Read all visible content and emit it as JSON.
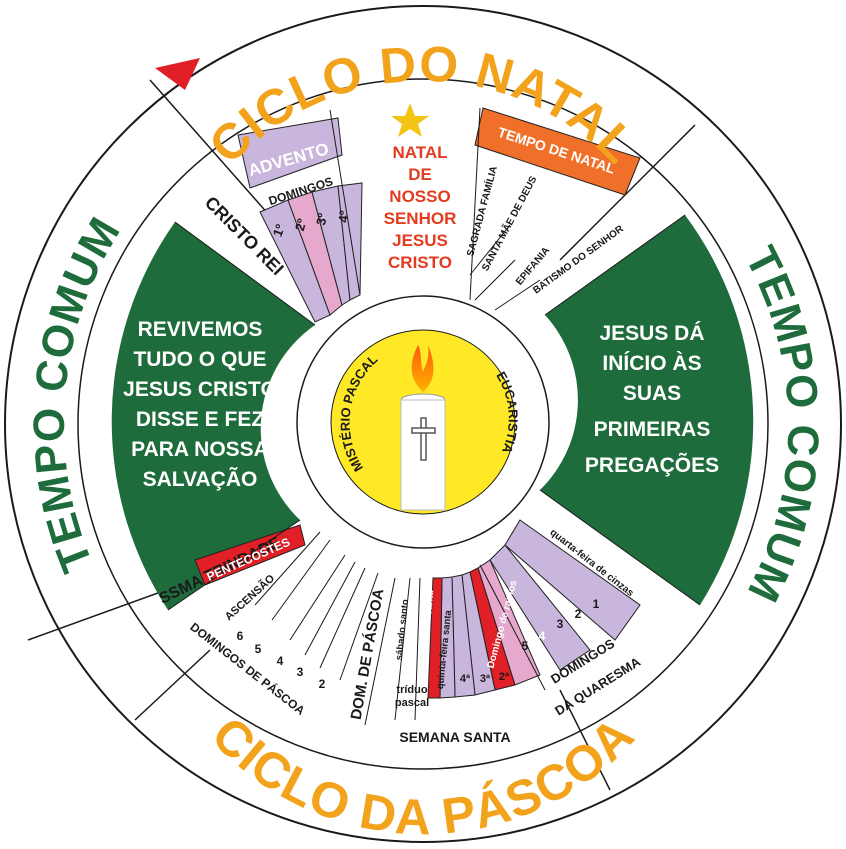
{
  "titles": {
    "top": "CICLO DO NATAL",
    "bottom": "CICLO DA PÁSCOA",
    "left": "TEMPO COMUM",
    "right": "TEMPO COMUM"
  },
  "christmas": {
    "natal_lines": [
      "NATAL",
      "DE",
      "NOSSO",
      "SENHOR",
      "JESUS",
      "CRISTO"
    ],
    "advento": "ADVENTO",
    "domingos": "DOMINGOS",
    "advent_sundays": [
      "1º",
      "2º",
      "3º",
      "4º"
    ],
    "cristo_rei": "CRISTO REI",
    "tempo_de_natal": "TEMPO DE NATAL",
    "natal_feasts": [
      "SAGRADA FAMÍLIA",
      "SANTA MÃE DE DEUS",
      "EPIFANIA",
      "BATISMO DO SENHOR"
    ]
  },
  "ordinary_time": {
    "left_lines": [
      "REVIVEMOS",
      "TUDO O QUE",
      "JESUS CRISTO",
      "DISSE E FEZ",
      "PARA NOSSA",
      "SALVAÇÃO"
    ],
    "right_lines": [
      "JESUS DÁ",
      "INÍCIO ÀS",
      "SUAS",
      "PRIMEIRAS",
      "PREGAÇÕES"
    ]
  },
  "center": {
    "left_label": "MISTÉRIO PASCAL",
    "right_label": "EUCARISTIA"
  },
  "easter": {
    "ssma_trindade": "SSMA TRINDADE",
    "pentecostes": "PENTECOSTES",
    "ascensao": "ASCENSÃO",
    "easter_sundays": [
      "6",
      "5",
      "4",
      "3",
      "2"
    ],
    "domingos_de_pascoa": "DOMINGOS DE PÁSCOA",
    "dom_de_pascoa": "DOM. DE PÁSCOA",
    "sabado_santo": "sábado santo",
    "sexta_feira_santa": "sexta-feira santa",
    "quinta_feira_santa": "quinta-feira santa",
    "triduo_pascal": [
      "tríduo",
      "pascal"
    ],
    "semana_santa": "SEMANA SANTA",
    "lent_labels": [
      "4ª",
      "3ª",
      "2ª"
    ],
    "domingo_de_ramos": "Domingo de ramos",
    "lent_sundays": [
      "5",
      "4",
      "3",
      "2",
      "1"
    ],
    "quarta_feira_de_cinzas": "quarta-feira de cinzas",
    "domingos": "DOMINGOS",
    "da_quaresma": "DA QUARESMA"
  },
  "colors": {
    "green": "#1e6b3c",
    "purple": "#c9b6dc",
    "pink": "#e6a8cd",
    "orange_title": "#f2a21b",
    "natal_red": "#e23b1e",
    "tempo_natal_orange": "#f07029",
    "red_band": "#e01f26",
    "candle_yellow": "#ffe927"
  }
}
